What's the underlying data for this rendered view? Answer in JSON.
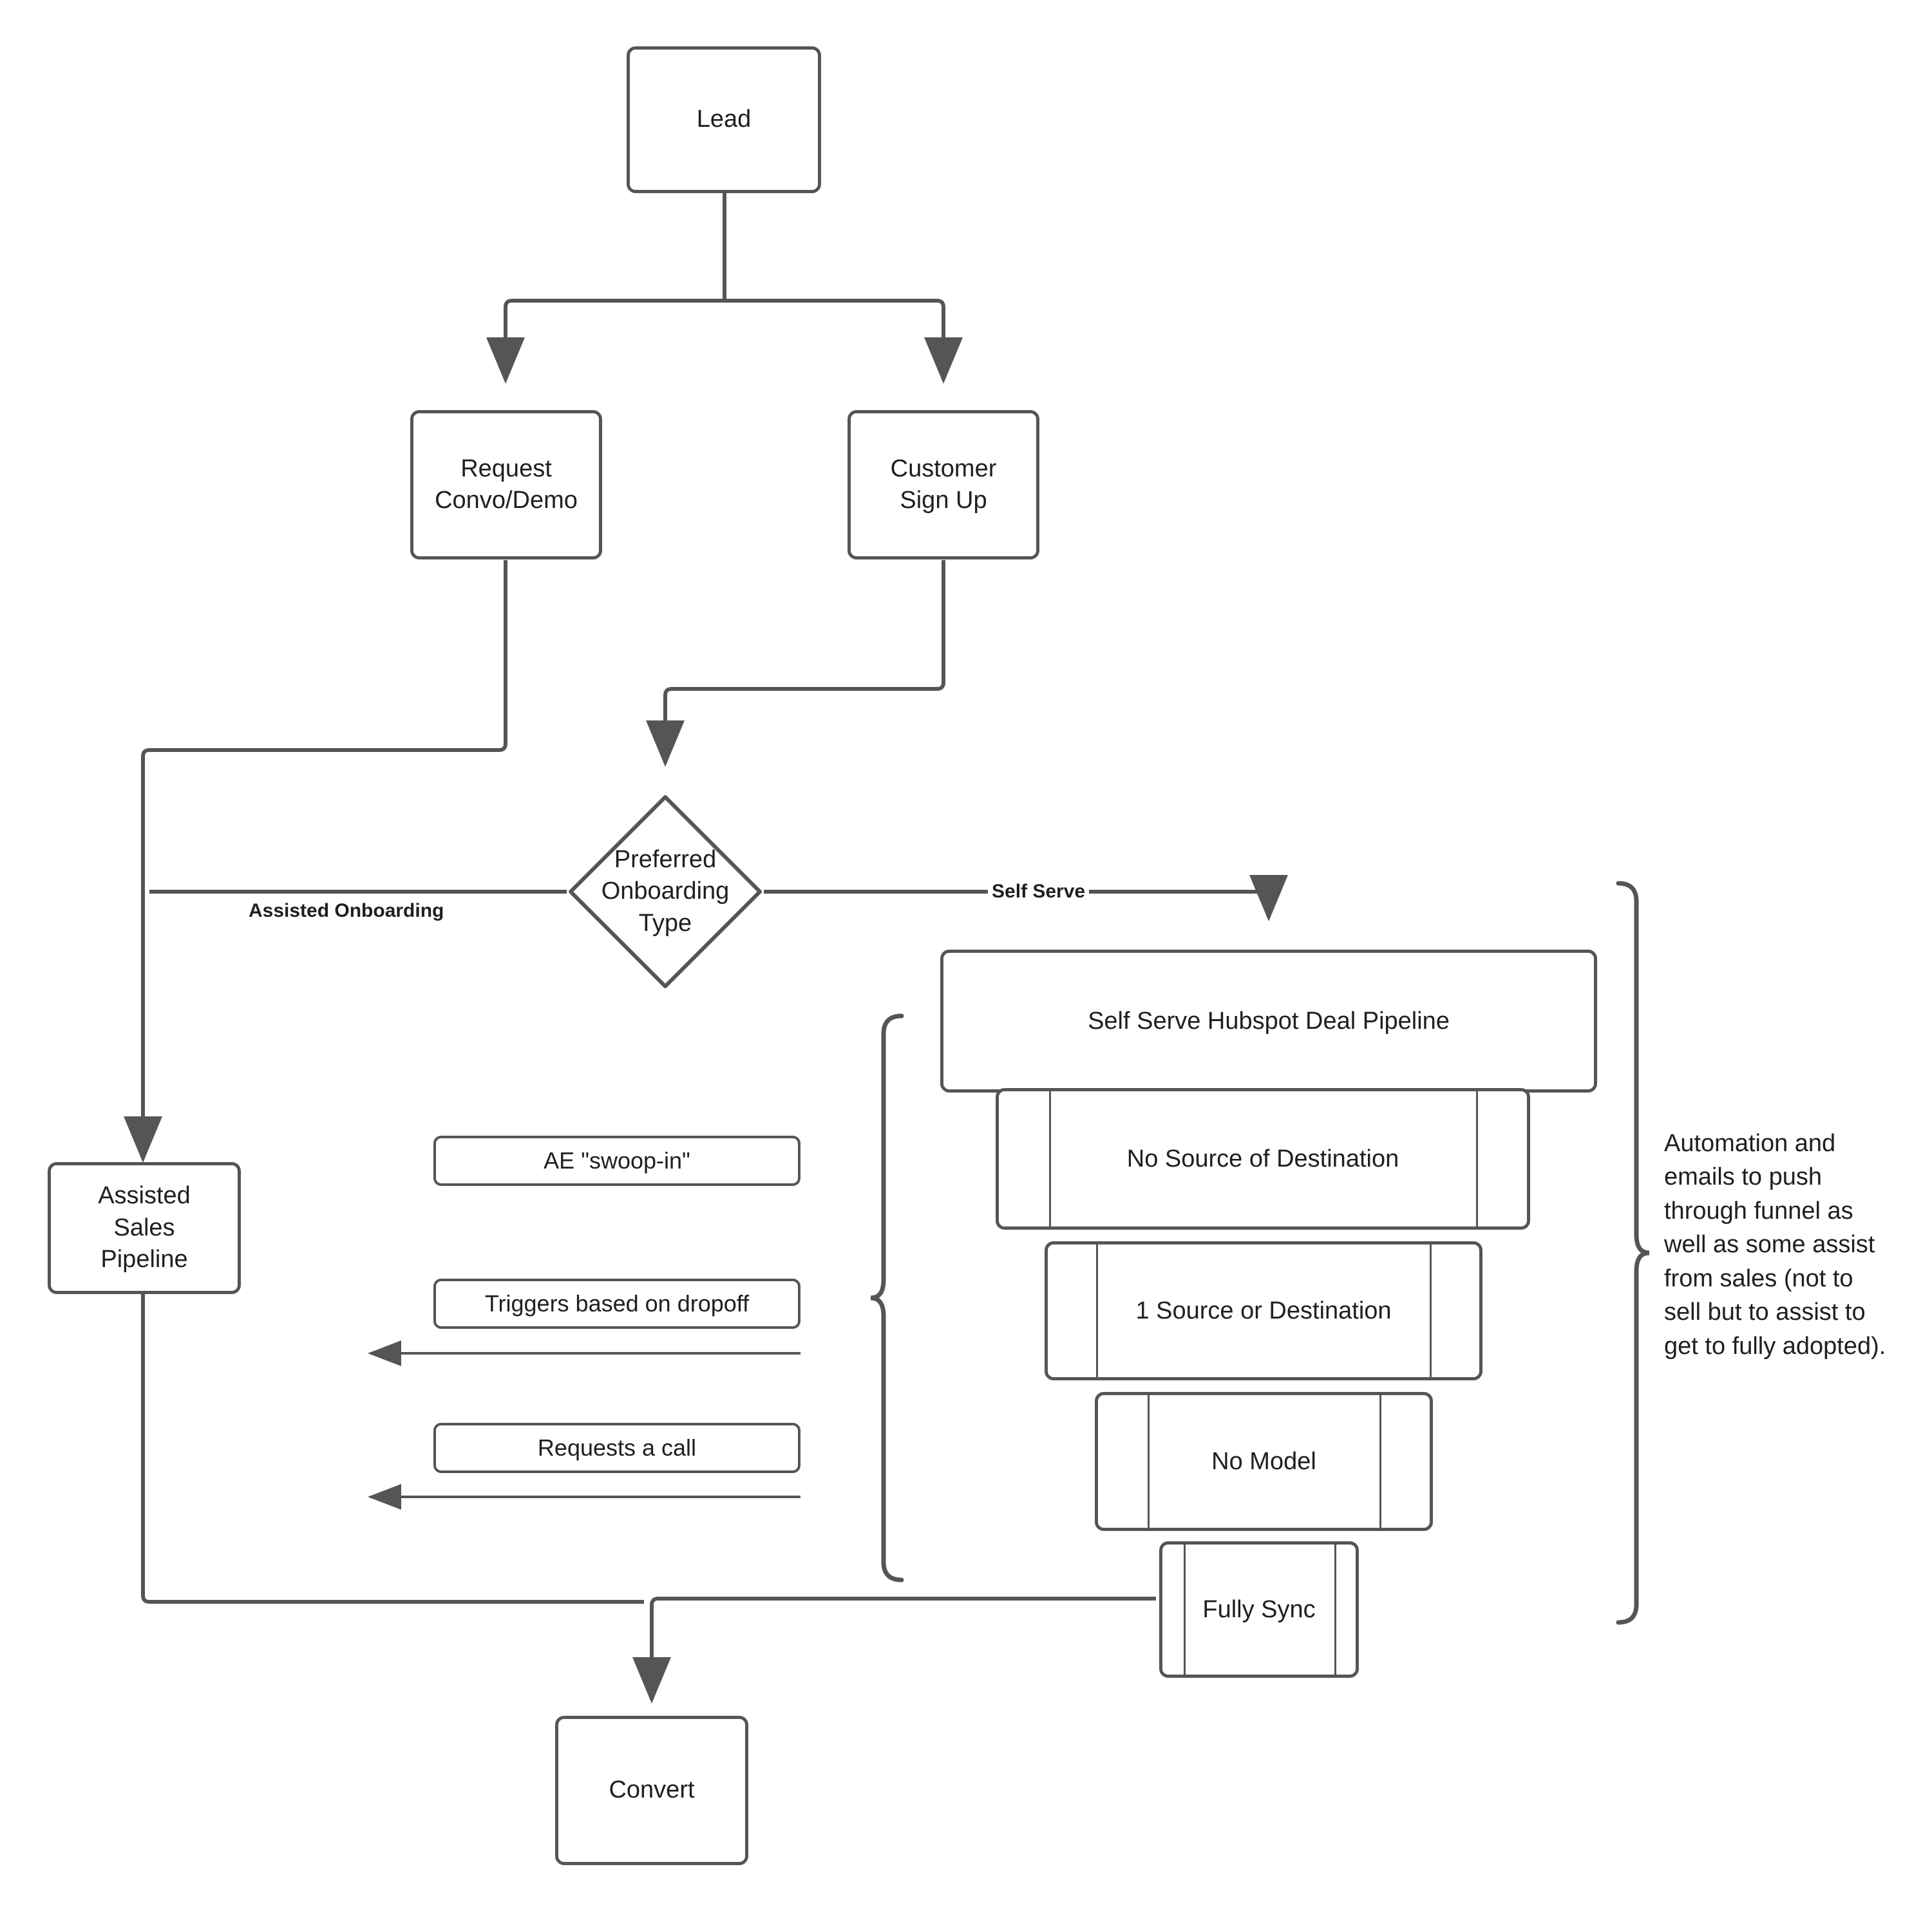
{
  "diagram": {
    "title_nodes": {
      "lead": "Lead",
      "request_demo": "Request\nConvo/Demo",
      "customer_signup": "Customer\nSign Up",
      "decision": "Preferred\nOnboarding\nType",
      "assisted_pipeline": "Assisted\nSales\nPipeline",
      "convert": "Convert"
    },
    "edge_labels": {
      "assisted_onboarding": "Assisted Onboarding",
      "self_serve": "Self Serve"
    },
    "side_notes": [
      {
        "label": "AE \"swoop-in\""
      },
      {
        "label": "Triggers based on dropoff"
      },
      {
        "label": "Requests a call"
      }
    ],
    "funnel": {
      "stages": [
        {
          "label": "Self Serve Hubspot Deal Pipeline"
        },
        {
          "label": "No Source of Destination"
        },
        {
          "label": "1 Source or Destination"
        },
        {
          "label": "No Model"
        },
        {
          "label": "Fully Sync"
        }
      ]
    },
    "annotation": "Automation and emails to push through funnel as well as some assist from sales (not to sell but to assist to get to fully adopted).",
    "colors": {
      "stroke": "#555555",
      "text": "#1f1f1f",
      "background": "#ffffff"
    }
  }
}
